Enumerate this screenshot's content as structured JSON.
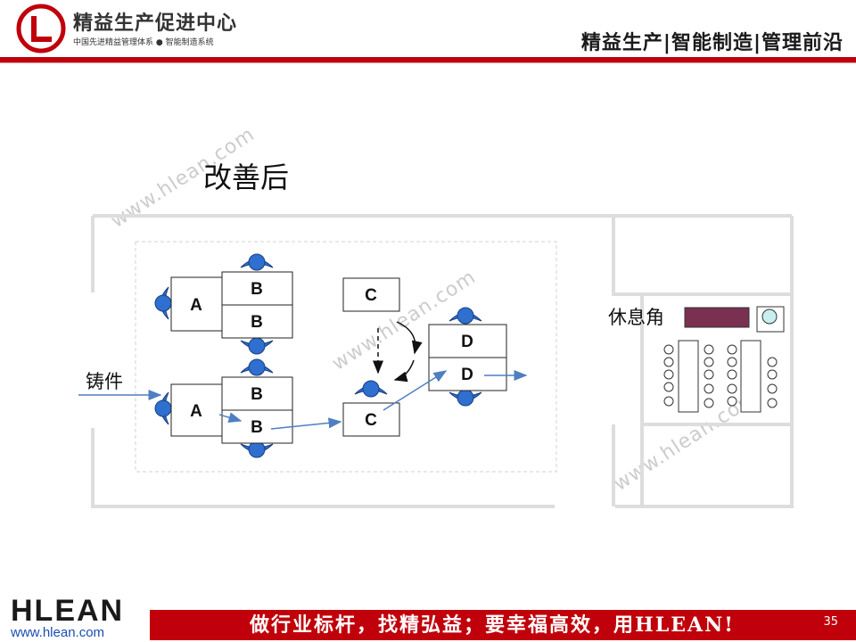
{
  "header": {
    "brand_title": "精益生产促进中心",
    "brand_subtitle": "中国先进精益管理体系 ● 智能制造系统",
    "slogan": "精益生产|智能制造|管理前沿"
  },
  "watermark": "www.hlean.com",
  "title": "改善后",
  "labels": {
    "casting": "铸件",
    "rest_area": "休息角"
  },
  "stations": {
    "a1": "A",
    "b1_top": "B",
    "b1_bot": "B",
    "a2": "A",
    "b2_top": "B",
    "b2_bot": "B",
    "c_top": "C",
    "c_bot": "C",
    "d_top": "D",
    "d_bot": "D"
  },
  "footer": {
    "logo": "HLEAN",
    "url": "www.hlean.com",
    "slogan": "做行业标杆，找精弘益；要幸福高效，用HLEAN!",
    "page": "35"
  },
  "colors": {
    "accent_red": "#c0000a",
    "operator_blue": "#2e6fd0",
    "flow_arrow": "#4f7fc0",
    "rest_bar": "#7a3050"
  }
}
